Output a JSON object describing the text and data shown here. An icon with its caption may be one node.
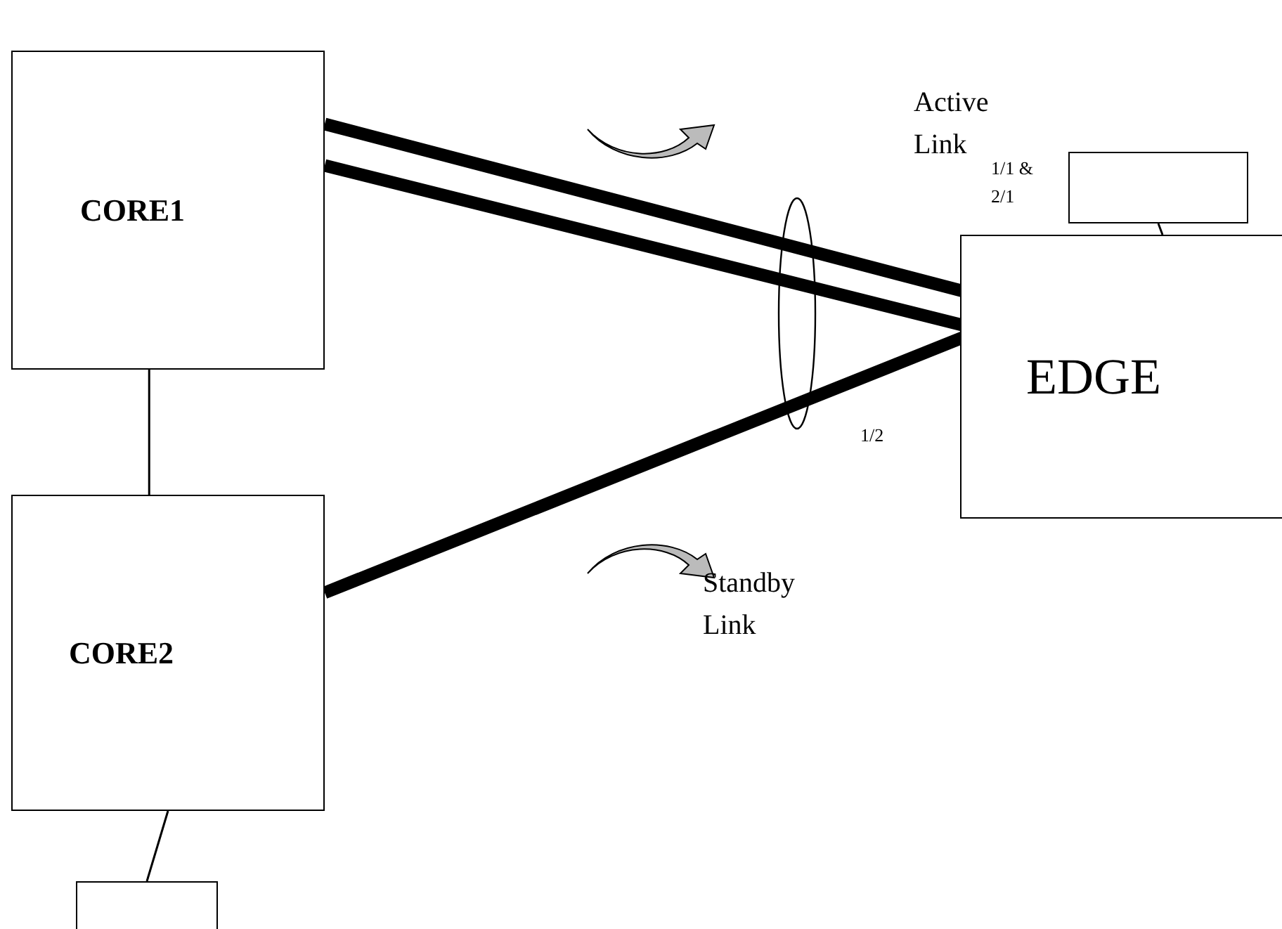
{
  "diagram": {
    "nodes": [
      {
        "text": [
          "CORE1"
        ]
      },
      {
        "text": [],
        "shape": "box"
      },
      {
        "text": [
          "EDGE"
        ]
      },
      {
        "text": [
          "CORE2"
        ]
      },
      {
        "text": [],
        "shape": "box"
      }
    ],
    "edges": [
      {
        "from": 0,
        "to": 2,
        "arrow": "none",
        "style": "thick"
      },
      {
        "from": 0,
        "to": 2,
        "arrow": "none",
        "style": "thick"
      },
      {
        "from": 3,
        "to": 2,
        "arrow": "none",
        "style": "thick"
      },
      {
        "from": 0,
        "to": 3,
        "arrow": "none"
      },
      {
        "from": 3,
        "to": 4,
        "arrow": "none"
      },
      {
        "from": 2,
        "to": 1,
        "arrow": "none"
      }
    ],
    "labels": [
      "Active Link",
      "1/1 & 2/1",
      "1/2",
      "Standby Link"
    ]
  }
}
